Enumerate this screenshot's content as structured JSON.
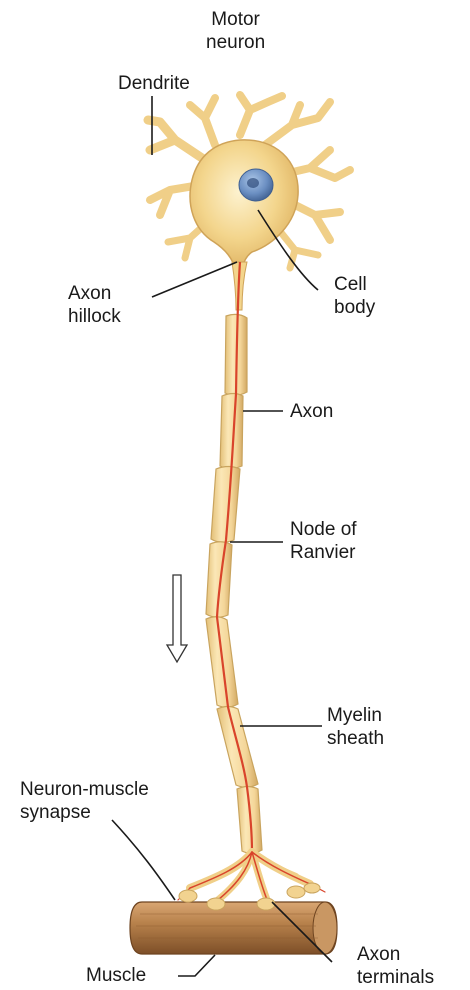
{
  "title": [
    "Motor",
    "neuron"
  ],
  "labels": {
    "dendrite": [
      "Dendrite"
    ],
    "cell_body": [
      "Cell",
      "body"
    ],
    "axon_hillock": [
      "Axon",
      "hillock"
    ],
    "axon": [
      "Axon"
    ],
    "node_of_ranvier": [
      "Node of",
      "Ranvier"
    ],
    "myelin_sheath": [
      "Myelin",
      "sheath"
    ],
    "neuron_muscle_synapse": [
      "Neuron-muscle",
      "synapse"
    ],
    "muscle": [
      "Muscle"
    ],
    "axon_terminals": [
      "Axon",
      "terminals"
    ]
  },
  "colors": {
    "myelin": "#f2d79a",
    "myelin_edge": "#c9a45e",
    "axon_core": "#d9442b",
    "soma": "#f1cf7f",
    "nucleus": "#5f86b8",
    "muscle": "#b07a45",
    "leader_line": "#1a1a1a"
  },
  "icons": {
    "direction": "down-arrow-icon"
  }
}
